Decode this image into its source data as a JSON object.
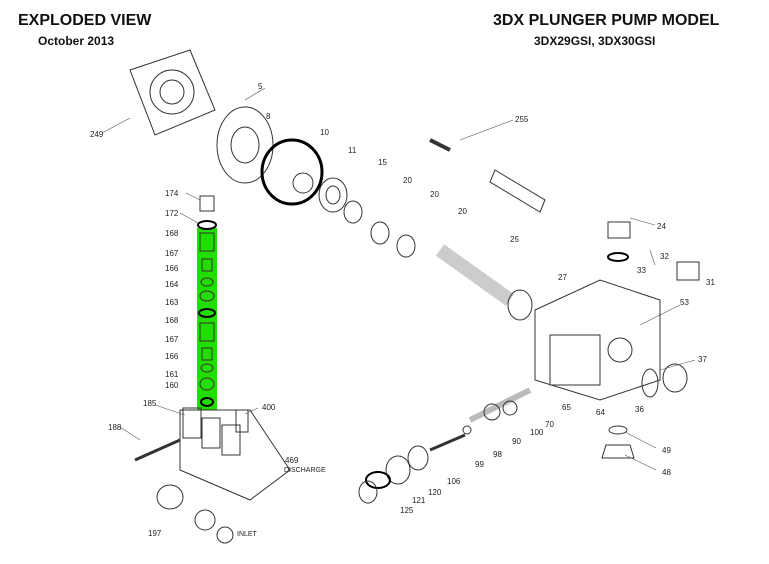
{
  "header": {
    "title_left": "EXPLODED VIEW",
    "date": "October 2013",
    "title_right": "3DX PLUNGER PUMP MODEL",
    "models": "3DX29GSI, 3DX30GSI"
  },
  "highlight_color": "#22dd00",
  "part_labels": {
    "p5": "5",
    "p8": "8",
    "p10": "10",
    "p11": "11",
    "p15": "15",
    "p20a": "20",
    "p20b": "20",
    "p20c": "20",
    "p249": "249",
    "p255": "255",
    "p24": "24",
    "p32": "32",
    "p33": "33",
    "p31": "31",
    "p25": "25",
    "p27": "27",
    "p53": "53",
    "p37": "37",
    "p36": "36",
    "p49": "49",
    "p48": "48",
    "p64": "64",
    "p65": "65",
    "p70": "70",
    "p100": "100",
    "p90": "90",
    "p98": "98",
    "p99": "99",
    "p106": "106",
    "p120": "120",
    "p121": "121",
    "p125": "125",
    "p174": "174",
    "p172": "172",
    "p168a": "168",
    "p167a": "167",
    "p166a": "166",
    "p164": "164",
    "p163": "163",
    "p168b": "168",
    "p167b": "167",
    "p166b": "166",
    "p161": "161",
    "p160": "160",
    "p185": "185",
    "p188": "188",
    "p400": "400",
    "p469": "469",
    "p197": "197"
  },
  "annotations": {
    "discharge": "DISCHARGE",
    "inlet": "INLET"
  }
}
